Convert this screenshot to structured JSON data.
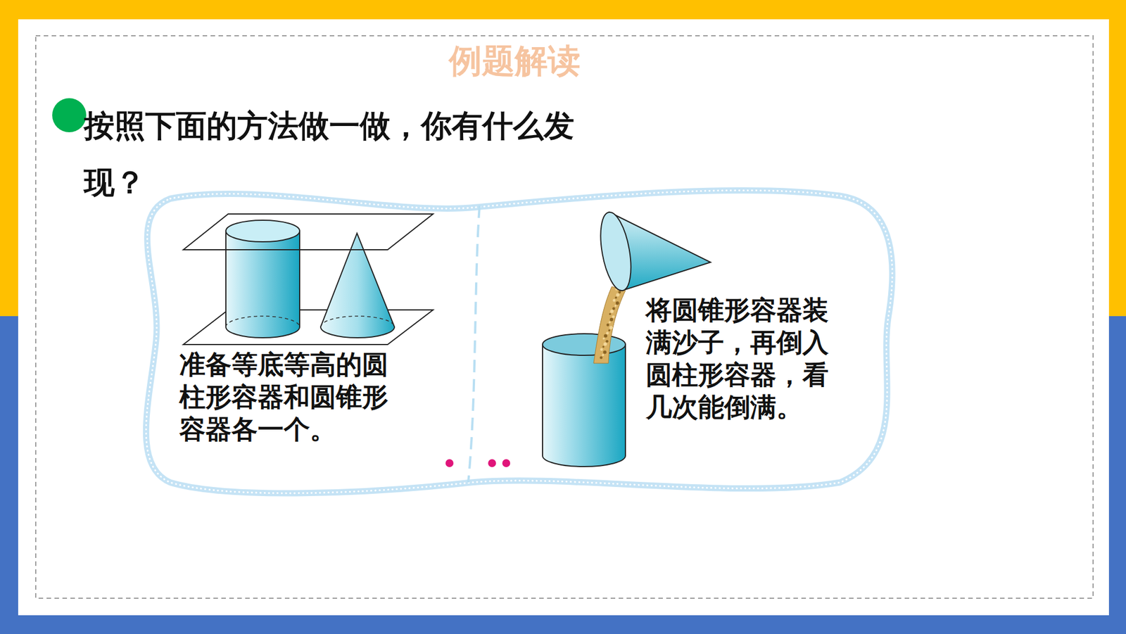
{
  "diagram": {
    "title": "例题解读",
    "labels": [
      "按照下面的方法做一做，你有什么发现？",
      "准备等底等高的圆柱形容器和圆锥形容器各一个。",
      "将圆锥形容器装满沙子，再倒入圆柱形容器，看几次能倒满。"
    ]
  }
}
